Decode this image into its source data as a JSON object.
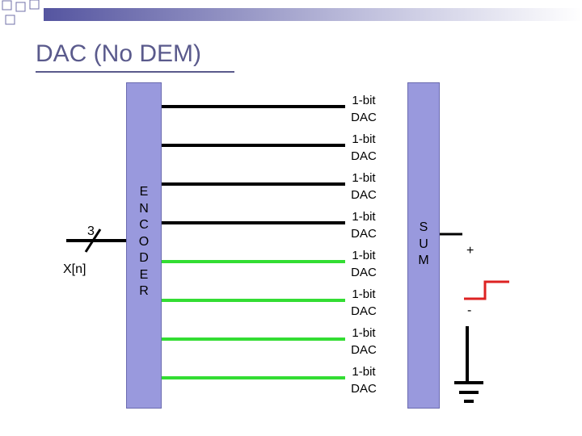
{
  "title": "DAC (No DEM)",
  "input": {
    "label": "X[n]",
    "bus_width": "3"
  },
  "encoder": {
    "letters": [
      "E",
      "N",
      "C",
      "O",
      "D",
      "E",
      "R"
    ]
  },
  "sum": {
    "letters": [
      "S",
      "U",
      "M"
    ]
  },
  "dac_label_line1": "1-bit",
  "dac_label_line2": "DAC",
  "dac_lines": [
    {
      "color": "#000000"
    },
    {
      "color": "#000000"
    },
    {
      "color": "#000000"
    },
    {
      "color": "#000000"
    },
    {
      "color": "#33dd33"
    },
    {
      "color": "#33dd33"
    },
    {
      "color": "#33dd33"
    },
    {
      "color": "#33dd33"
    }
  ],
  "output": {
    "plus": "+",
    "minus": "-"
  },
  "colors": {
    "title": "#5a5a8c",
    "block_fill": "#9999dd",
    "active_line": "#33dd33",
    "inactive_line": "#000000",
    "step": "#dd2222"
  }
}
